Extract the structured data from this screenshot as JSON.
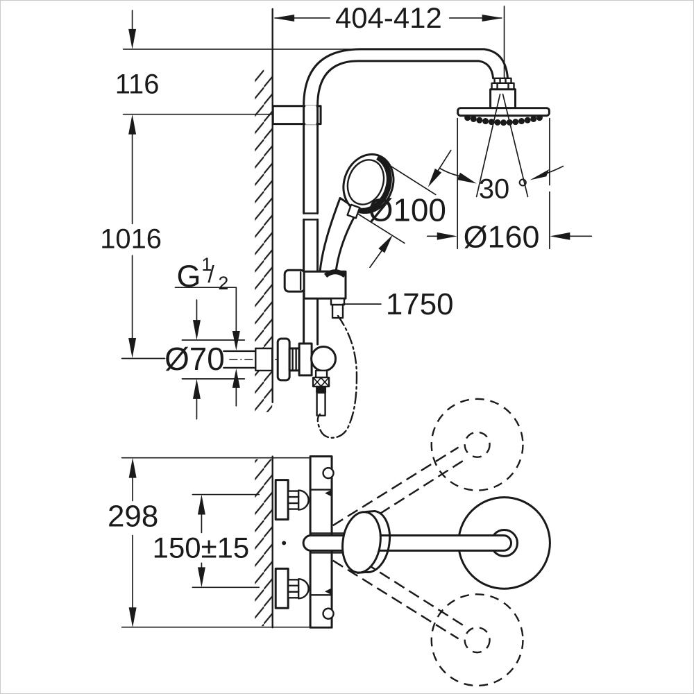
{
  "drawing": {
    "description_colors": {
      "ink": "#1a1a1a",
      "background": "#ffffff"
    },
    "dimensions": {
      "top_width": "404-412",
      "pipe_top_to_bracket": "116",
      "bracket_to_valve": "1016",
      "thread": {
        "base": "G",
        "sup": "1",
        "slash": "/",
        "sub": "2"
      },
      "escutcheon_diameter": "Ø70",
      "hand_shower_diameter": "Ø100",
      "head_shower_diameter": "Ø160",
      "spray_angle": "30 °",
      "hose_length": "1750",
      "plate_height": "298",
      "inlet_spacing": "150±15"
    }
  }
}
